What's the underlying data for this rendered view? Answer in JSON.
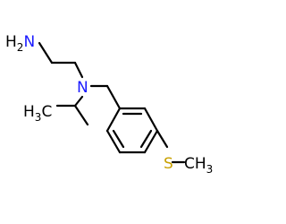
{
  "molecule": {
    "atoms": {
      "amine_main": "H",
      "amine_sub": "2",
      "amine_n": "N",
      "tertiary_n": "N",
      "methyl_left_main": "H",
      "methyl_left_sub": "3",
      "methyl_left_c": "C",
      "sulfur": "S",
      "methyl_s_main": "CH",
      "methyl_s_sub": "3"
    },
    "colors": {
      "bond": "#000000",
      "nitrogen": "#1a1aff",
      "sulfur": "#c8a000",
      "carbon_label": "#000000"
    }
  }
}
